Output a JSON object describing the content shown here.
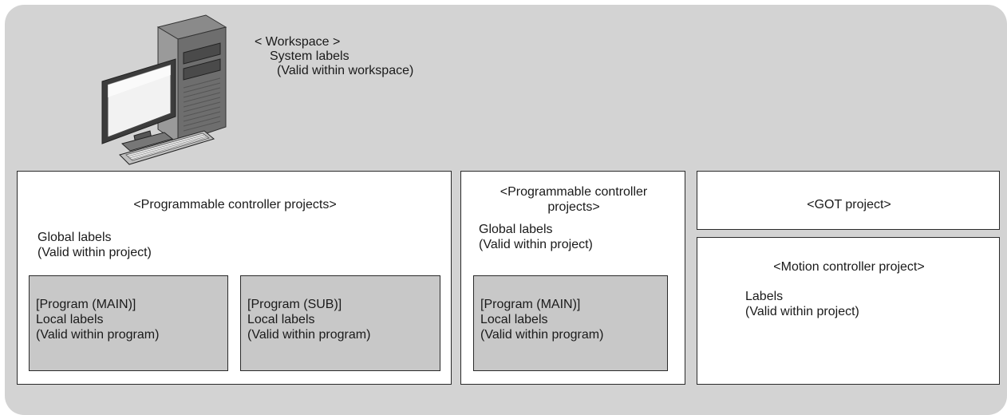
{
  "workspace": {
    "title": "< Workspace >",
    "line1": "System labels",
    "line2": "(Valid within workspace)"
  },
  "plc_project_1": {
    "title": "<Programmable controller projects>",
    "global_line1": "Global labels",
    "global_line2": "(Valid within project)",
    "programs": [
      {
        "name": "[Program (MAIN)]",
        "line1": "Local labels",
        "line2": "(Valid within program)"
      },
      {
        "name": "[Program (SUB)]",
        "line1": "Local labels",
        "line2": "(Valid within program)"
      }
    ]
  },
  "plc_project_2": {
    "title_line1": "<Programmable controller",
    "title_line2": "projects>",
    "global_line1": "Global labels",
    "global_line2": "(Valid within project)",
    "programs": [
      {
        "name": "[Program (MAIN)]",
        "line1": "Local labels",
        "line2": "(Valid within program)"
      }
    ]
  },
  "got_project": {
    "title": "<GOT project>"
  },
  "motion_project": {
    "title": "<Motion controller project>",
    "line1": "Labels",
    "line2": "(Valid within project)"
  }
}
